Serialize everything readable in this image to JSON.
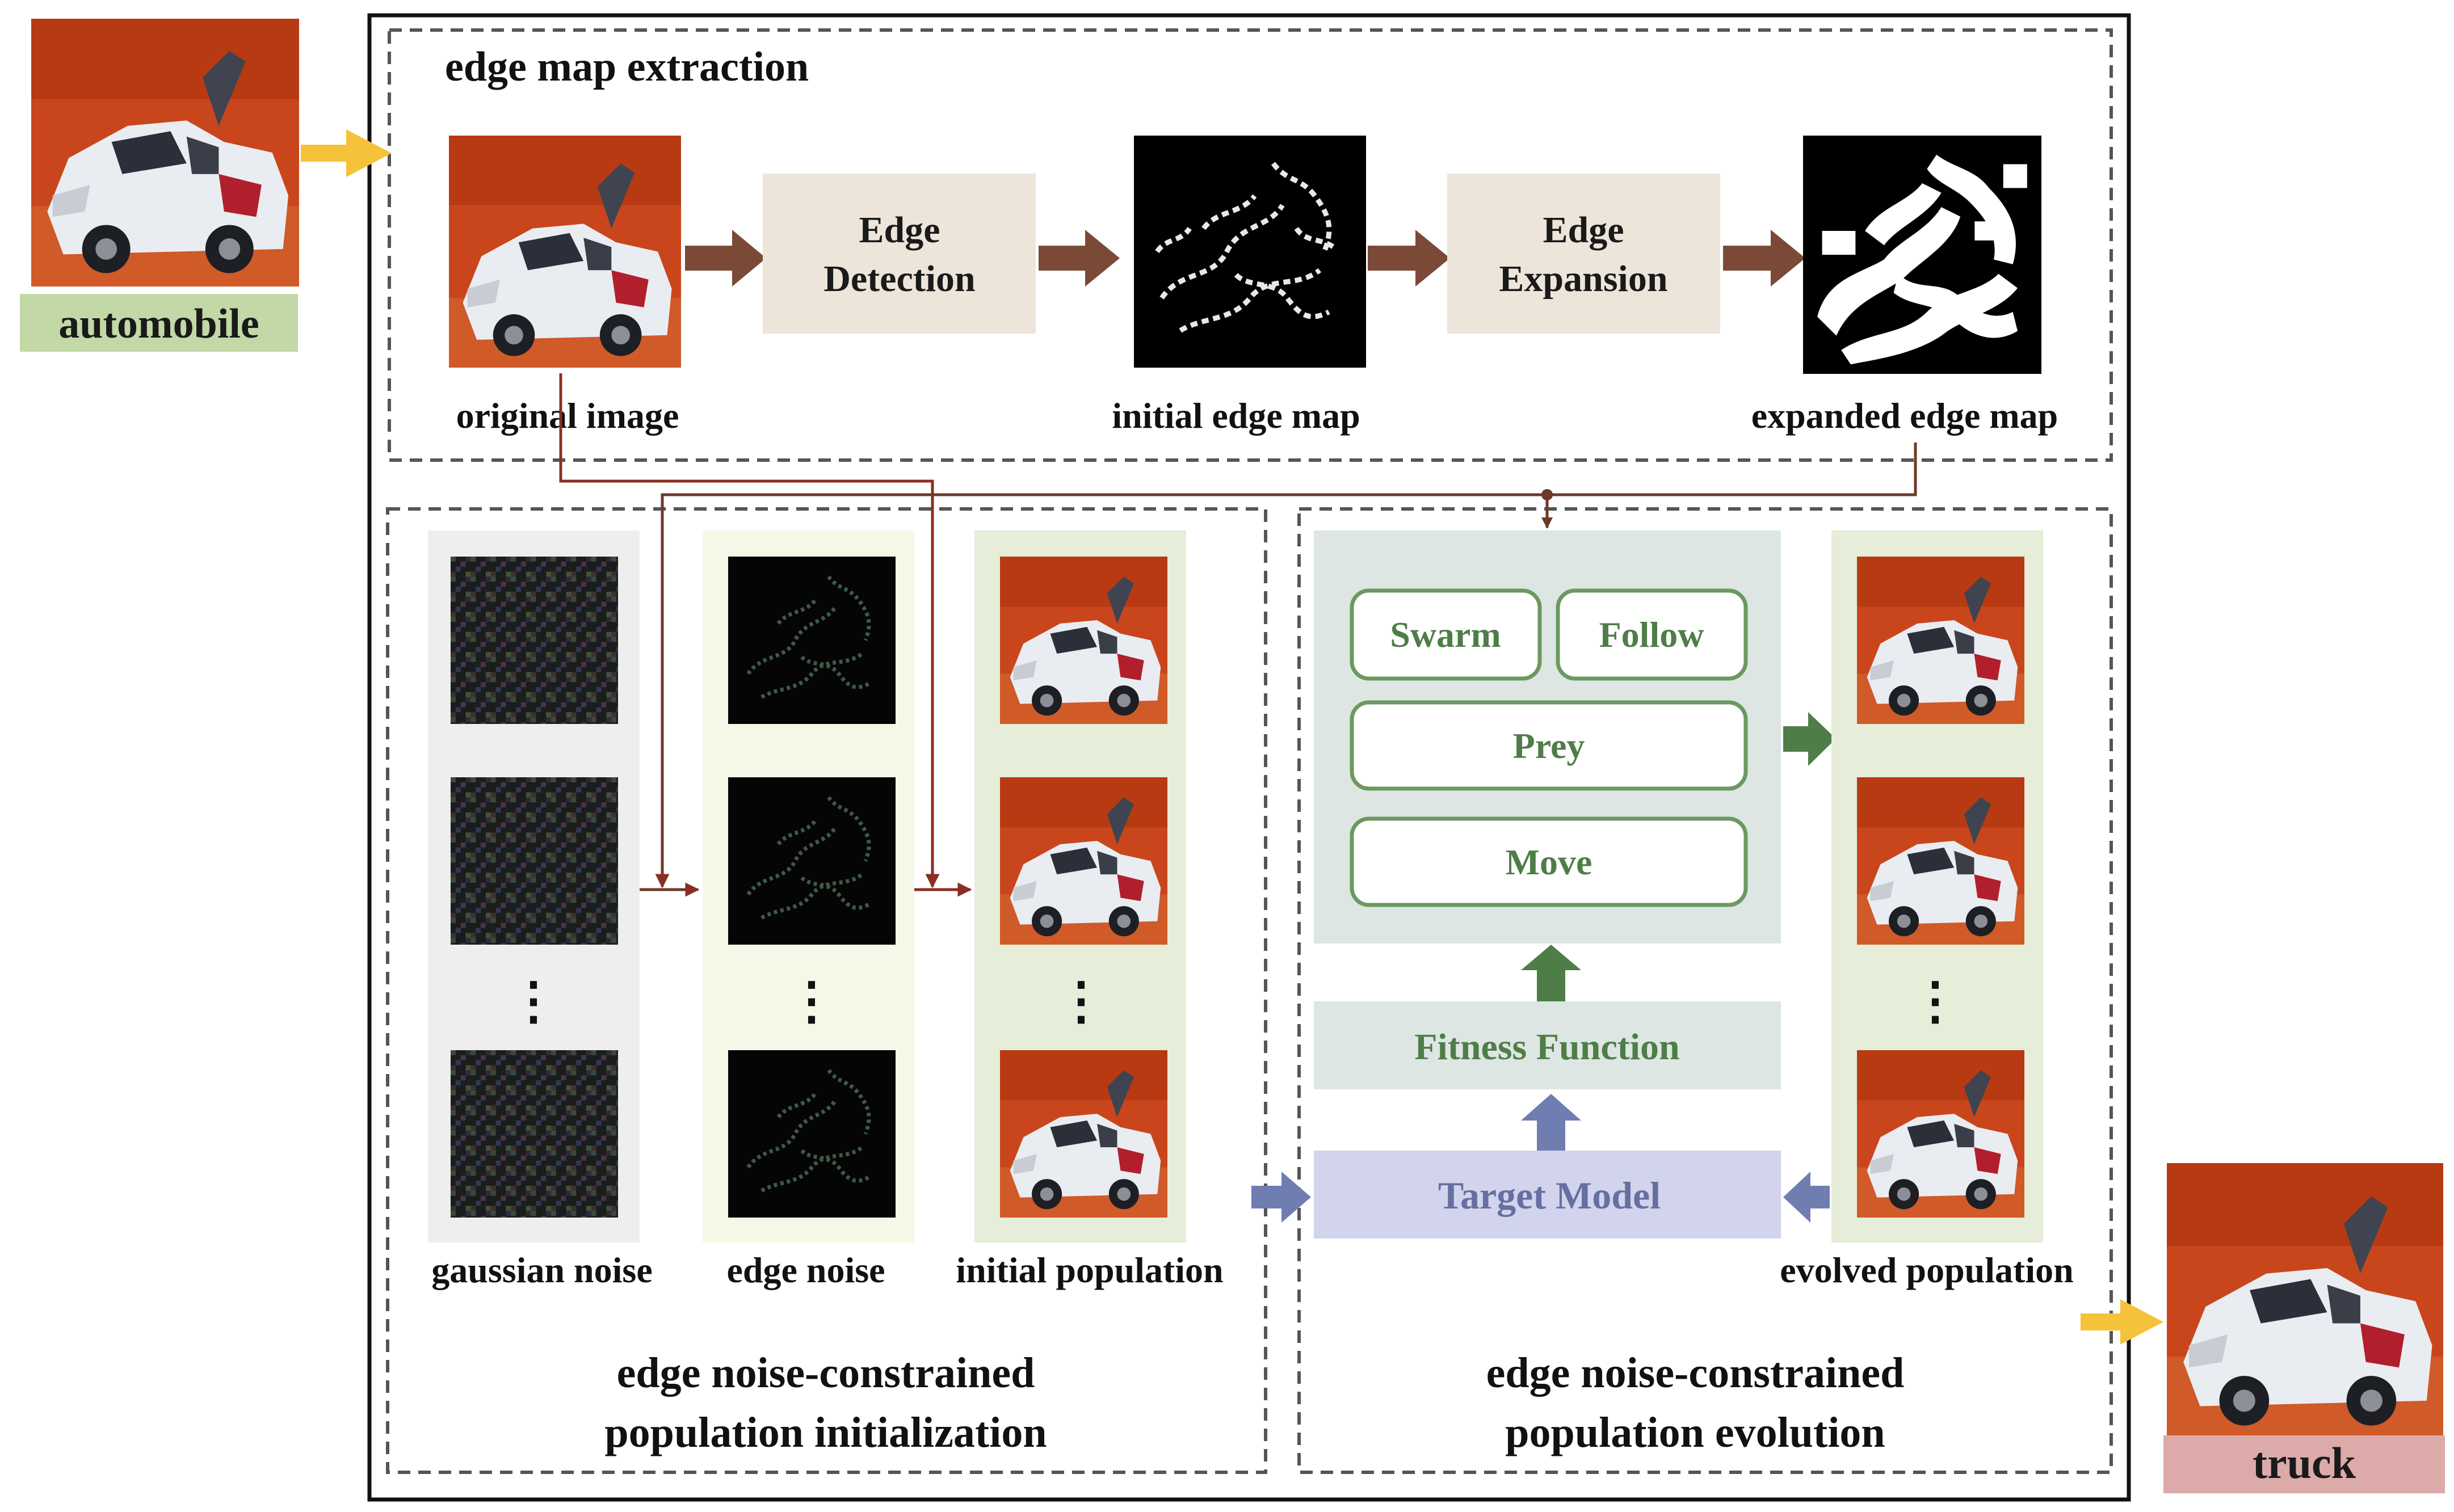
{
  "colors": {
    "frame": "#111111",
    "dashed": "#555555",
    "box_tan": "#ede4da",
    "green_panel": "#dde6e2",
    "green_text": "#4f7d48",
    "green_border": "#6b9960",
    "target_fill": "#d2d3ec",
    "target_text": "#6570a0",
    "blue_arrow": "#6f7db1",
    "brown_arrow": "#7a4a37",
    "red_line": "#8b2e22",
    "yellow_arrow": "#f6c23a",
    "green_arrow": "#4f7d48",
    "label_green_bg": "#c2d8a6",
    "label_pink_bg": "#dcaaa9",
    "col_gray": "#eeeeee",
    "col_cream": "#f6f7e6",
    "col_green": "#e6edd8"
  },
  "input": {
    "label": "automobile"
  },
  "output": {
    "label": "truck"
  },
  "extraction": {
    "title": "edge map extraction",
    "original_label": "original image",
    "edge_detection": [
      "Edge",
      "Detection"
    ],
    "initial_edge_label": "initial edge map",
    "edge_expansion": [
      "Edge",
      "Expansion"
    ],
    "expanded_edge_label": "expanded edge map"
  },
  "initialization": {
    "gaussian_label": "gaussian noise",
    "edge_noise_label": "edge noise",
    "initial_population_label": "initial population",
    "ellipsis": "⋮",
    "title_line1": "edge noise-constrained",
    "title_line2": "population initialization"
  },
  "evolution": {
    "swarm": "Swarm",
    "follow": "Follow",
    "prey": "Prey",
    "move": "Move",
    "fitness": "Fitness Function",
    "target_model": "Target Model",
    "evolved_label": "evolved population",
    "ellipsis": "⋮",
    "title_line1": "edge noise-constrained",
    "title_line2": "population evolution"
  }
}
